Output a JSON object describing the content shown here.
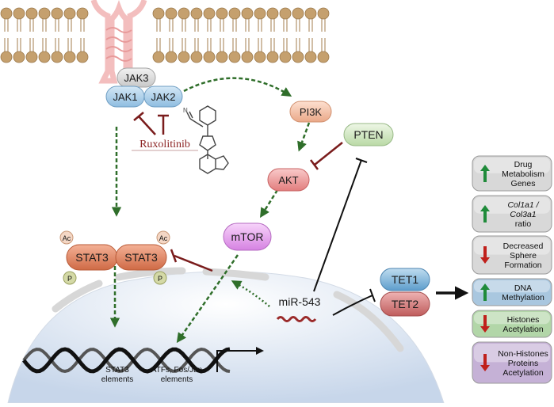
{
  "membrane": {
    "label": ""
  },
  "kinases": {
    "jak3": "JAK3",
    "jak1": "JAK1",
    "jak2": "JAK2"
  },
  "drug": {
    "name": "Ruxolitinib"
  },
  "pathway": {
    "pi3k": "PI3K",
    "pten": "PTEN",
    "akt": "AKT",
    "mtor": "mTOR"
  },
  "stat": {
    "left": "STAT3",
    "right": "STAT3",
    "ac_left": "Ac",
    "ac_right": "Ac",
    "p_left": "P",
    "p_right": "P"
  },
  "mirna": {
    "name": "miR-543"
  },
  "tet": {
    "tet1": "TET1",
    "tet2": "TET2"
  },
  "dna": {
    "stat3_elements_1": "STAT3",
    "stat3_elements_2": "elements",
    "atf_1": "ATFs, Fos/Jun",
    "atf_2": "elements"
  },
  "effects": [
    {
      "lines": [
        "Drug",
        "Metabolism",
        "Genes"
      ],
      "direction": "up",
      "italic": false,
      "bg": "#d8d8d8"
    },
    {
      "lines": [
        "Col1a1 /",
        "Col3a1",
        "ratio"
      ],
      "direction": "up",
      "italic": true,
      "bg": "#d8d8d8"
    },
    {
      "lines": [
        "Decreased",
        "Sphere",
        "Formation"
      ],
      "direction": "down",
      "italic": false,
      "bg": "#d8d8d8"
    },
    {
      "lines": [
        "DNA",
        "Methylation"
      ],
      "direction": "up",
      "italic": false,
      "bg": "#a9c7df"
    },
    {
      "lines": [
        "Histones",
        "Acetylation"
      ],
      "direction": "down",
      "italic": false,
      "bg": "#b2d6a8"
    },
    {
      "lines": [
        "Non-Histones",
        "Proteins",
        "Acetylation"
      ],
      "direction": "down",
      "italic": false,
      "bg": "#c5b1d6"
    }
  ],
  "colors": {
    "arrow_green": "#2f6e2a",
    "inhibit_red": "#7a1c1c",
    "lipid_head": "#c5a06e",
    "jak_box": "#a9cde8",
    "jak3_box": "#dcdcdc",
    "pi3k": "#f6c6ad",
    "pten": "#d3e8c4",
    "akt": "#f0a3a3",
    "mtor": "#e7a8ef",
    "stat3": "#e18a67",
    "tet1": "#7ab3da",
    "tet2": "#d37b7b",
    "up_arrow": "#1f8b3a",
    "down_arrow": "#c0201b"
  }
}
